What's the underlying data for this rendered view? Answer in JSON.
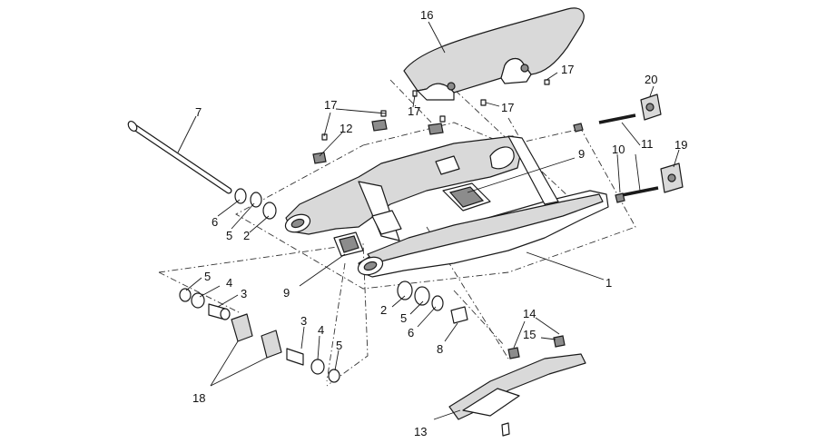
{
  "callouts": [
    {
      "id": "c16",
      "label": "16"
    },
    {
      "id": "c17a",
      "label": "17"
    },
    {
      "id": "c17b",
      "label": "17"
    },
    {
      "id": "c17c",
      "label": "17"
    },
    {
      "id": "c17d",
      "label": "17"
    },
    {
      "id": "c20",
      "label": "20"
    },
    {
      "id": "c7",
      "label": "7"
    },
    {
      "id": "c12",
      "label": "12"
    },
    {
      "id": "c9a",
      "label": "9"
    },
    {
      "id": "c10",
      "label": "10"
    },
    {
      "id": "c11",
      "label": "11"
    },
    {
      "id": "c19",
      "label": "19"
    },
    {
      "id": "c6a",
      "label": "6"
    },
    {
      "id": "c5a",
      "label": "5"
    },
    {
      "id": "c2a",
      "label": "2"
    },
    {
      "id": "c1",
      "label": "1"
    },
    {
      "id": "c9b",
      "label": "9"
    },
    {
      "id": "c5b",
      "label": "5"
    },
    {
      "id": "c4a",
      "label": "4"
    },
    {
      "id": "c3a",
      "label": "3"
    },
    {
      "id": "c2b",
      "label": "2"
    },
    {
      "id": "c5c",
      "label": "5"
    },
    {
      "id": "c6b",
      "label": "6"
    },
    {
      "id": "c8",
      "label": "8"
    },
    {
      "id": "c3b",
      "label": "3"
    },
    {
      "id": "c4b",
      "label": "4"
    },
    {
      "id": "c5d",
      "label": "5"
    },
    {
      "id": "c14",
      "label": "14"
    },
    {
      "id": "c15",
      "label": "15"
    },
    {
      "id": "c18",
      "label": "18"
    },
    {
      "id": "c13",
      "label": "13"
    }
  ]
}
